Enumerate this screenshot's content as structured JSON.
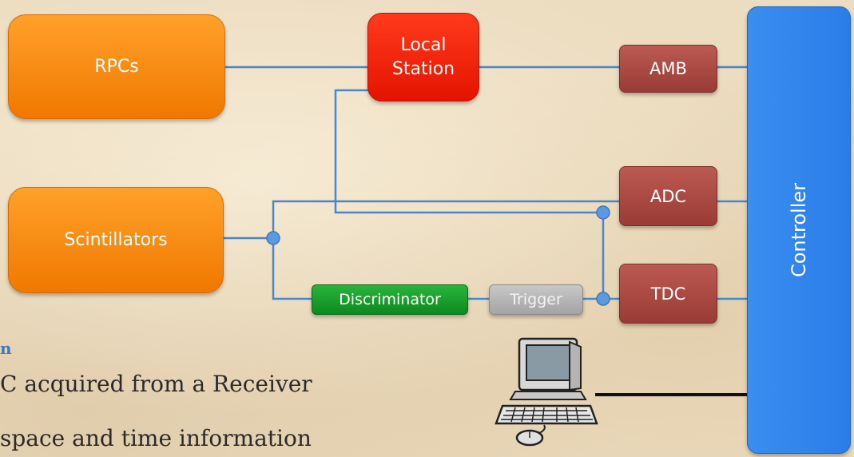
{
  "diagram": {
    "nodes": {
      "rpcs": "RPCs",
      "scintillators": "Scintillators",
      "local_station_line1": "Local",
      "local_station_line2": "Station",
      "amb": "AMB",
      "adc": "ADC",
      "tdc": "TDC",
      "discriminator": "Discriminator",
      "trigger": "Trigger",
      "controller": "Controller"
    },
    "colors": {
      "wire": "#4a86c8",
      "orange": "#f08a10",
      "red": "#f52a10",
      "maroon": "#a8463f",
      "green": "#119626",
      "grey": "#b4b4b4",
      "blue": "#2f84ec"
    }
  },
  "caption": {
    "heading_fragment": "n",
    "line1": "C acquired from a Receiver",
    "line2": "space and time information"
  },
  "icons": {
    "computer": "computer-icon"
  }
}
